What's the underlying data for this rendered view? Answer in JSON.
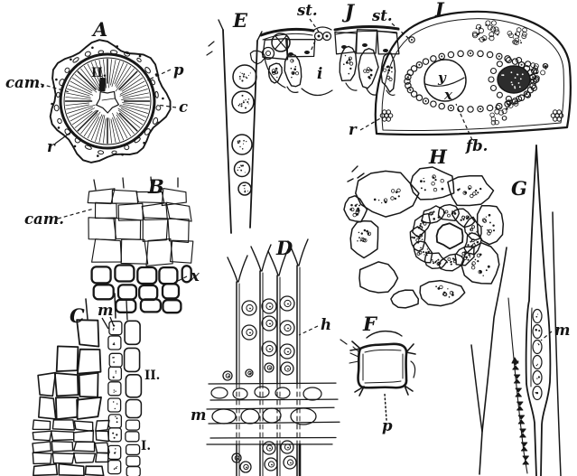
{
  "plate": {
    "ink": "#171717",
    "paper": "#ffffff"
  },
  "figures": {
    "A": {
      "label": "A",
      "cam": "cam.",
      "p": "p",
      "c": "c",
      "r": "r",
      "ringII": "II."
    },
    "B": {
      "label": "B",
      "cam": "cam.",
      "x": "x"
    },
    "C": {
      "label": "C",
      "m": "m",
      "ringII": "II.",
      "ringI": "I."
    },
    "D": {
      "label": "D",
      "h": "h",
      "m": "m"
    },
    "E": {
      "label": "E"
    },
    "F": {
      "label": "F",
      "p": "p"
    },
    "G": {
      "label": "G",
      "m": "m"
    },
    "H": {
      "label": "H"
    },
    "I": {
      "label": "I",
      "st": "st.",
      "r": "r",
      "y": "y",
      "x": "x",
      "fb": "fb."
    },
    "J": {
      "label": "J",
      "st": "st.",
      "i": "i"
    }
  }
}
